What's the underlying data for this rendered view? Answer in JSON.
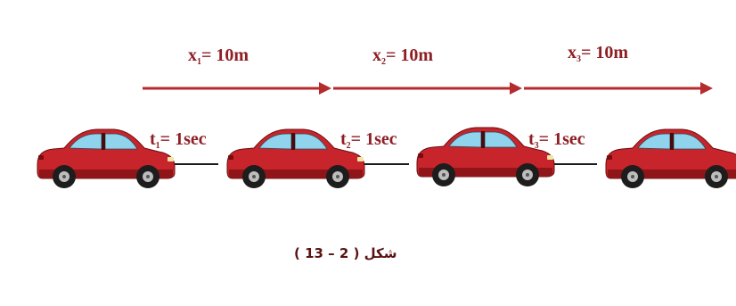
{
  "colors": {
    "arrow": "#b52b2e",
    "label": "#8e1f24",
    "line": "#1a1a1a",
    "car_body": "#c8242b",
    "car_window": "#8fd3ec"
  },
  "icons": [
    "car-icon"
  ],
  "displacements": [
    {
      "var": "x",
      "sub": "1",
      "rest": "= 10m"
    },
    {
      "var": "x",
      "sub": "2",
      "rest": "= 10m"
    },
    {
      "var": "x",
      "sub": "3",
      "rest": "= 10m"
    }
  ],
  "times": [
    {
      "var": "t",
      "sub": "1",
      "rest": "= 1sec"
    },
    {
      "var": "t",
      "sub": "2",
      "rest": "= 1sec"
    },
    {
      "var": "t",
      "sub": "3",
      "rest": "= 1sec"
    }
  ],
  "caption": "شكل ( 2 – 13 )"
}
